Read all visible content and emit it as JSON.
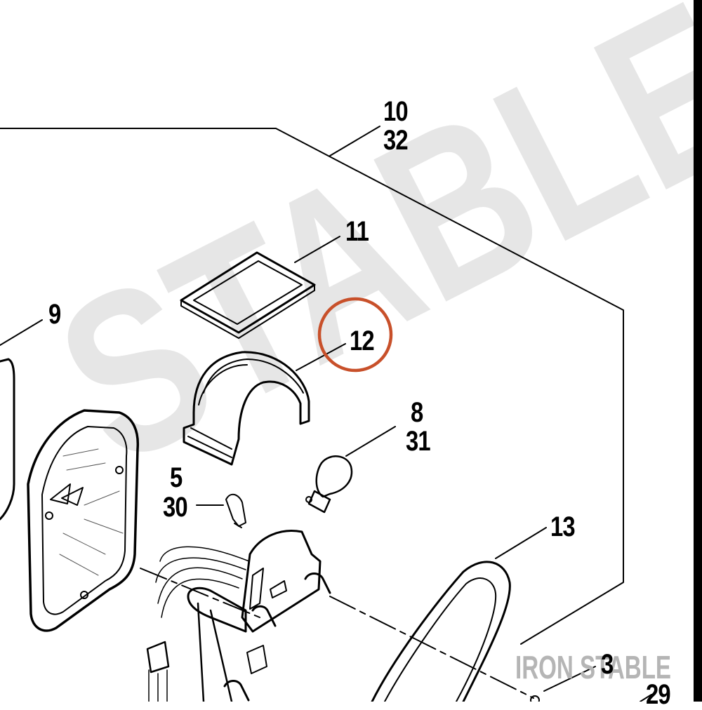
{
  "watermark": {
    "big_text": "STABLE",
    "corner_text": "IRON STABLE",
    "color": "#e6e6e6"
  },
  "callouts": [
    {
      "id": "c10",
      "text": "10"
    },
    {
      "id": "c32",
      "text": "32"
    },
    {
      "id": "c11",
      "text": "11"
    },
    {
      "id": "c9",
      "text": "9"
    },
    {
      "id": "c12",
      "text": "12"
    },
    {
      "id": "c8",
      "text": "8"
    },
    {
      "id": "c31",
      "text": "31"
    },
    {
      "id": "c5",
      "text": "5"
    },
    {
      "id": "c30",
      "text": "30"
    },
    {
      "id": "c13",
      "text": "13"
    },
    {
      "id": "c3",
      "text": "3"
    },
    {
      "id": "c29",
      "text": "29"
    }
  ],
  "highlight": {
    "target": "12",
    "color": "#c8502a"
  }
}
